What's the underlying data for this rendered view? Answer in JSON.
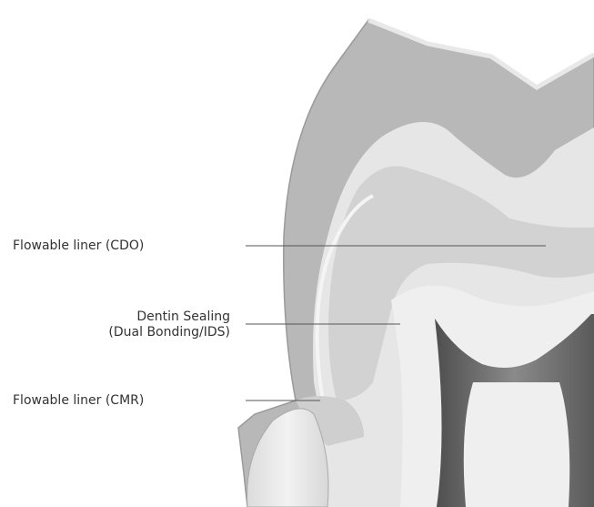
{
  "labels": {
    "flowable_cdo": "Flowable liner (CDO)",
    "dentin_sealing_line1": "Dentin Sealing",
    "dentin_sealing_line2": "(Dual Bonding/IDS)",
    "flowable_cmr": "Flowable liner (CMR)"
  },
  "colors": {
    "outer_layer": "#b5b5b5",
    "inner_tooth": "#e6e6e6",
    "liner": "#d0d0d0",
    "root_canal": "#6e6e6e",
    "leader_line": "#555555"
  }
}
